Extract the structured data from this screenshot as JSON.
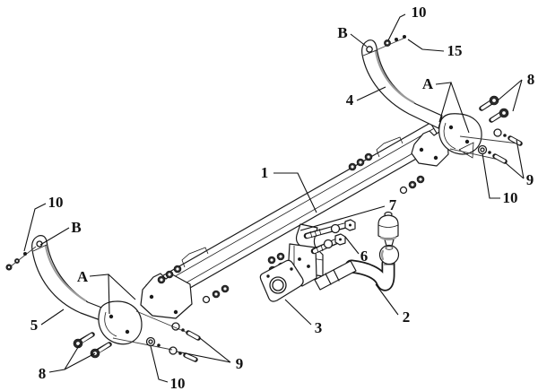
{
  "figure": {
    "type": "exploded-parts-diagram",
    "subject": "detachable tow bar assembly line drawing",
    "background_color": "#ffffff",
    "line_color": "#1a1a1a"
  },
  "callouts": [
    {
      "id": "nut-top-right",
      "text": "10"
    },
    {
      "id": "point-b-right",
      "text": "B"
    },
    {
      "id": "spacers-top",
      "text": "15"
    },
    {
      "id": "side-arm-right",
      "text": "4"
    },
    {
      "id": "side-plate-right",
      "text": "A"
    },
    {
      "id": "bolts-right",
      "text": "8"
    },
    {
      "id": "washer-set-right",
      "text": "9"
    },
    {
      "id": "washer-right",
      "text": "10"
    },
    {
      "id": "crossbeam",
      "text": "1"
    },
    {
      "id": "bolt-long",
      "text": "7"
    },
    {
      "id": "bolt-short",
      "text": "6"
    },
    {
      "id": "tow-ball",
      "text": "2"
    },
    {
      "id": "socket-plate",
      "text": "3"
    },
    {
      "id": "side-arm-left",
      "text": "5"
    },
    {
      "id": "point-b-left",
      "text": "B"
    },
    {
      "id": "nut-top-left",
      "text": "10"
    },
    {
      "id": "side-plate-left",
      "text": "A"
    },
    {
      "id": "bolts-left",
      "text": "8"
    },
    {
      "id": "washer-bottom",
      "text": "10"
    },
    {
      "id": "washer-set-left",
      "text": "9"
    }
  ]
}
